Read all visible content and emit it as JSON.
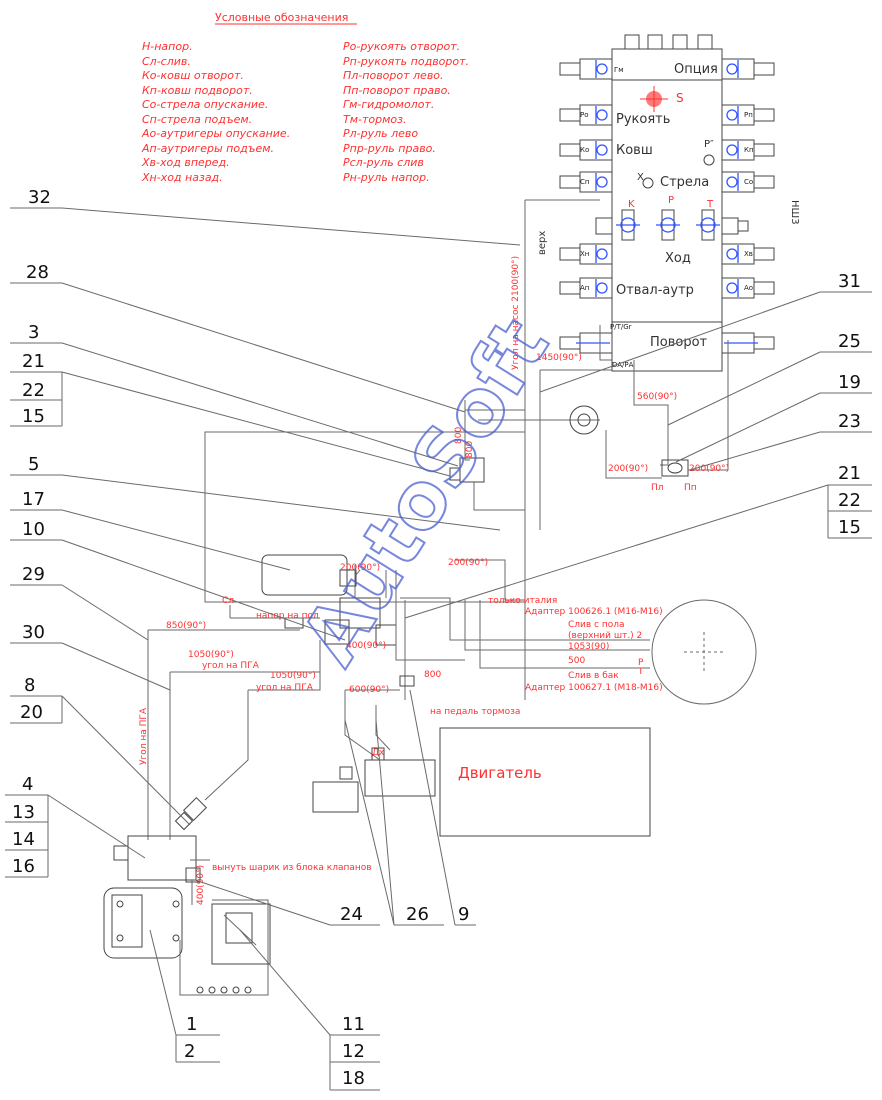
{
  "legend": {
    "title": "Условные обозначения",
    "col1": [
      "Н-напор.",
      "Сл-слив.",
      "Ко-ковш отворот.",
      "Кп-ковш подворот.",
      "Со-стрела опускание.",
      "Сп-стрела подъем.",
      "Ао-аутригеры опускание.",
      "Ап-аутригеры подъем.",
      "Хв-ход вперед.",
      "Хн-ход назад."
    ],
    "col2": [
      "Ро-рукоять отворот.",
      "Рп-рукоять подворот.",
      "Пл-поворот лево.",
      "Пп-поворот право.",
      "Гм-гидромолот.",
      "Тм-тормоз.",
      "Рл-руль лево",
      "Рпр-руль право.",
      "Рсл-руль слив",
      "Рн-руль напор."
    ]
  },
  "valve_block": {
    "sections": [
      "Опция",
      "Рукоять",
      "Ковш",
      "Стрела",
      "Ход",
      "Отвал-аутр",
      "Поворот"
    ],
    "marks": {
      "s": "S",
      "k": "K",
      "p": "P",
      "t": "T",
      "x": "X",
      "pt": "P″",
      "side": "НШ3",
      "top": "верх"
    },
    "ports_left": [
      "Гм",
      "Ро",
      "Ко",
      "Сп",
      "Хн",
      "Ап"
    ],
    "ports_right": [
      "Рп",
      "Кп",
      "Со",
      "Хв",
      "Ао"
    ],
    "pl": "Пл",
    "pp": "Пп",
    "port_pt": "Р/Т/Gr",
    "port_da": "DA/РА"
  },
  "labels": {
    "pump_angle": "Угол на насос 2100(90°)",
    "l1450": "1450(90°)",
    "l560": "560(90°)",
    "l200": "200(90°)",
    "l200b": "200(90°)",
    "l800": "800",
    "l800b": "800",
    "l200c": "200(90°)",
    "l400": "400(90°)",
    "l600": "600(90°)",
    "only_italy": "только италия",
    "adapter1": "Адаптер 100626.1 (М16-М16)",
    "drain_floor": "Слив с пола",
    "upper_pc": "(верхний шт.) 2",
    "l1053": "1053(90)",
    "l500": "500",
    "drain_tank": "Слив в бак",
    "adapter2": "Адаптер 100627.1 (М18-М16)",
    "l850": "850(90°)",
    "l1050a": "1050(90°)",
    "pga1": "угол на ПГА",
    "l1050b": "1050(90°)",
    "pga2": "угол на ПГА",
    "pressure_floor": "напор на пол",
    "brake_pedal": "на педаль тормоза",
    "pga_vert": "Угол на ПГА",
    "remove_ball": "вынуть шарик из блока клапанов",
    "l400b": "400(90°)",
    "engine": "Двигатель",
    "sl": "Сл",
    "p": "Р",
    "t": "Т",
    "dx": "Дх"
  },
  "callouts": [
    {
      "id": "c32",
      "nums": [
        "32"
      ]
    },
    {
      "id": "c28",
      "nums": [
        "28"
      ]
    },
    {
      "id": "c3",
      "nums": [
        "3"
      ]
    },
    {
      "id": "c21a",
      "nums": [
        "21",
        "22",
        "15"
      ]
    },
    {
      "id": "c5",
      "nums": [
        "5"
      ]
    },
    {
      "id": "c17",
      "nums": [
        "17"
      ]
    },
    {
      "id": "c10",
      "nums": [
        "10"
      ]
    },
    {
      "id": "c29",
      "nums": [
        "29"
      ]
    },
    {
      "id": "c30",
      "nums": [
        "30"
      ]
    },
    {
      "id": "c8",
      "nums": [
        "8",
        "20"
      ]
    },
    {
      "id": "c4",
      "nums": [
        "4",
        "13",
        "14",
        "16"
      ]
    },
    {
      "id": "c31",
      "nums": [
        "31"
      ]
    },
    {
      "id": "c25",
      "nums": [
        "25"
      ]
    },
    {
      "id": "c19",
      "nums": [
        "19"
      ]
    },
    {
      "id": "c23",
      "nums": [
        "23"
      ]
    },
    {
      "id": "c21b",
      "nums": [
        "21",
        "22",
        "15"
      ]
    },
    {
      "id": "c24",
      "nums": [
        "24"
      ]
    },
    {
      "id": "c26",
      "nums": [
        "26"
      ]
    },
    {
      "id": "c9",
      "nums": [
        "9"
      ]
    },
    {
      "id": "c1",
      "nums": [
        "1",
        "2"
      ]
    },
    {
      "id": "c11",
      "nums": [
        "11",
        "12",
        "18"
      ]
    }
  ],
  "watermark": "AutoSoft",
  "colors": {
    "annotation": "#ff3030",
    "lines": "#6a6a6a",
    "accent": "#3355ff"
  }
}
